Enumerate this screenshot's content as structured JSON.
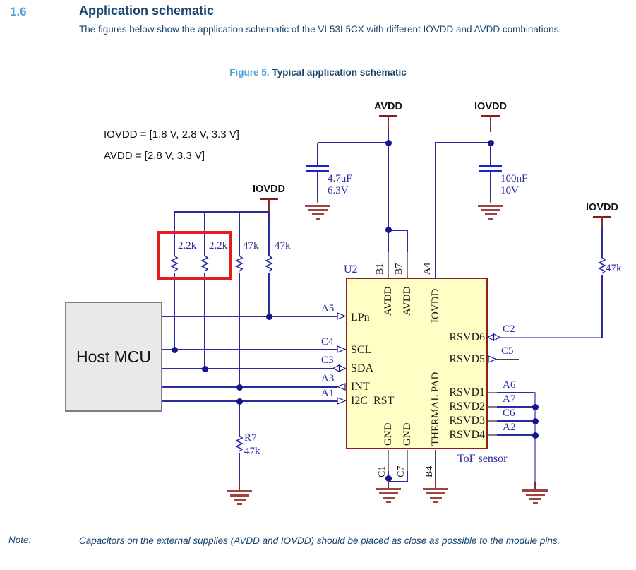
{
  "document": {
    "section_number": "1.6",
    "section_title": "Application schematic",
    "body_text": "The figures below show the application schematic of the VL53L5CX with different IOVDD and AVDD combinations.",
    "figure_label": "Figure 5.",
    "figure_title": "Typical application schematic",
    "note_label": "Note:",
    "note_text": "Capacitors on the external supplies (AVDD and IOVDD) should be placed as close as possible to the module pins."
  },
  "schematic": {
    "voltage_ranges": {
      "iovdd": "IOVDD = [1.8 V, 2.8 V, 3.3 V]",
      "avdd": "AVDD = [2.8 V, 3.3 V]"
    },
    "power_nets": {
      "avdd_top": "AVDD",
      "iovdd_top": "IOVDD",
      "iovdd_left": "IOVDD",
      "iovdd_right": "IOVDD"
    },
    "capacitors": [
      {
        "value": "4.7uF",
        "rating": "6.3V"
      },
      {
        "value": "100nF",
        "rating": "10V"
      }
    ],
    "pullup_resistors": [
      "2.2k",
      "2.2k",
      "47k",
      "47k"
    ],
    "r7": {
      "refdes": "R7",
      "value": "47k"
    },
    "right_resistor": {
      "value": "47k"
    },
    "host_mcu": {
      "label": "Host MCU"
    },
    "chip": {
      "refdes": "U2",
      "type_label": "ToF sensor",
      "left_pins": [
        {
          "name": "LPn",
          "designator": "A5"
        },
        {
          "name": "SCL",
          "designator": "C4"
        },
        {
          "name": "SDA",
          "designator": "C3"
        },
        {
          "name": "INT",
          "designator": "A3"
        },
        {
          "name": "I2C_RST",
          "designator": "A1"
        }
      ],
      "right_pins": [
        {
          "name": "RSVD6",
          "designator": "C2"
        },
        {
          "name": "RSVD5",
          "designator": "C5"
        },
        {
          "name": "RSVD1",
          "designator": "A6"
        },
        {
          "name": "RSVD2",
          "designator": "A7"
        },
        {
          "name": "RSVD3",
          "designator": "C6"
        },
        {
          "name": "RSVD4",
          "designator": "A2"
        }
      ],
      "top_pins": [
        {
          "name": "AVDD",
          "designator": "B1"
        },
        {
          "name": "AVDD",
          "designator": "B7"
        },
        {
          "name": "IOVDD",
          "designator": "A4"
        }
      ],
      "bottom_pins": [
        {
          "name": "GND",
          "designator": "C1"
        },
        {
          "name": "GND",
          "designator": "C7"
        },
        {
          "name": "THERMAL PAD",
          "designator": "B4"
        }
      ]
    },
    "colors": {
      "wire_blue": "#2b2ba0",
      "wire_light": "#8585c7",
      "pin_stub_gray": "#808080",
      "chip_fill": "#ffffc5",
      "chip_border": "#8f1d1d",
      "highlight_red": "#e41e1e",
      "ground_red": "#9c4343",
      "power_red": "#7a1f1f",
      "accent_blue": "#4da3d9",
      "text_navy": "#17456e"
    }
  }
}
